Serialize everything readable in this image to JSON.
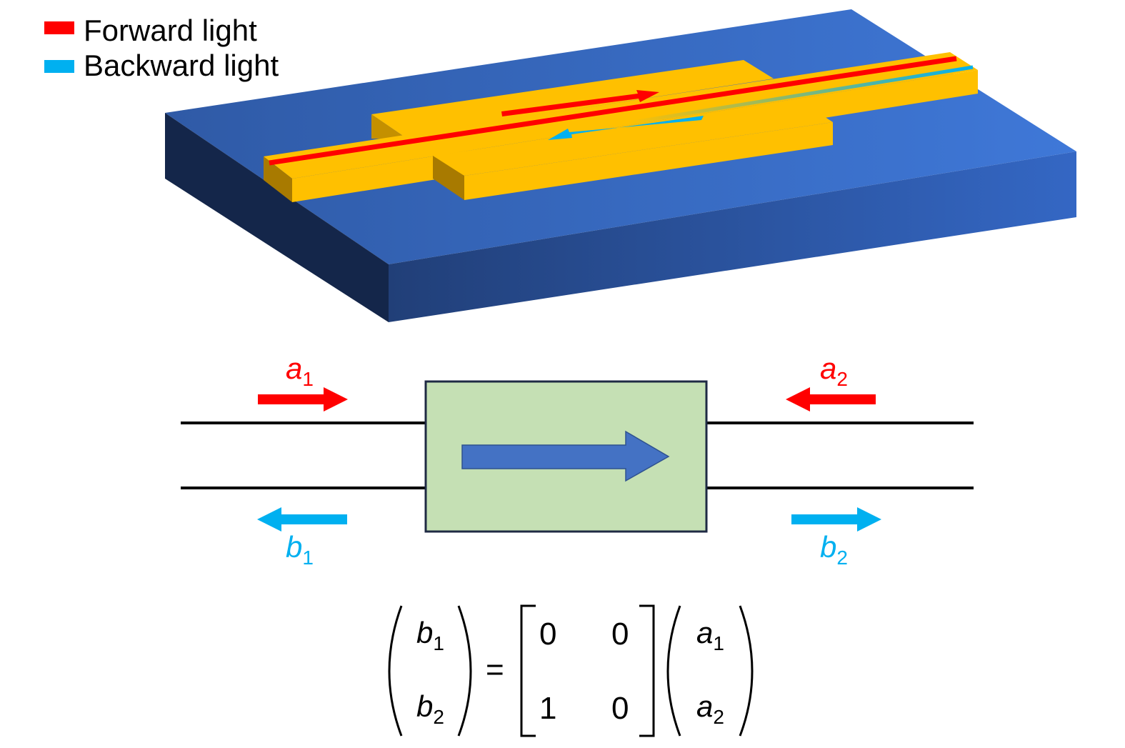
{
  "legend": {
    "forward": {
      "label": "Forward light",
      "color": "#ff0000"
    },
    "backward": {
      "label": "Backward light",
      "color": "#00b0f0"
    }
  },
  "device": {
    "substrate_color": "#3a6fcf",
    "waveguide_color": "#ffc000"
  },
  "ports": {
    "a1": {
      "letter": "a",
      "sub": "1",
      "color": "#ff0000"
    },
    "a2": {
      "letter": "a",
      "sub": "2",
      "color": "#ff0000"
    },
    "b1": {
      "letter": "b",
      "sub": "1",
      "color": "#00b0f0"
    },
    "b2": {
      "letter": "b",
      "sub": "2",
      "color": "#00b0f0"
    }
  },
  "block": {
    "fill": "#c5e0b4",
    "arrow_color": "#4472c4"
  },
  "equation": {
    "lhs": [
      {
        "letter": "b",
        "sub": "1"
      },
      {
        "letter": "b",
        "sub": "2"
      }
    ],
    "equals": "=",
    "matrix": [
      [
        "0",
        "0"
      ],
      [
        "1",
        "0"
      ]
    ],
    "rhs": [
      {
        "letter": "a",
        "sub": "1"
      },
      {
        "letter": "a",
        "sub": "2"
      }
    ]
  }
}
